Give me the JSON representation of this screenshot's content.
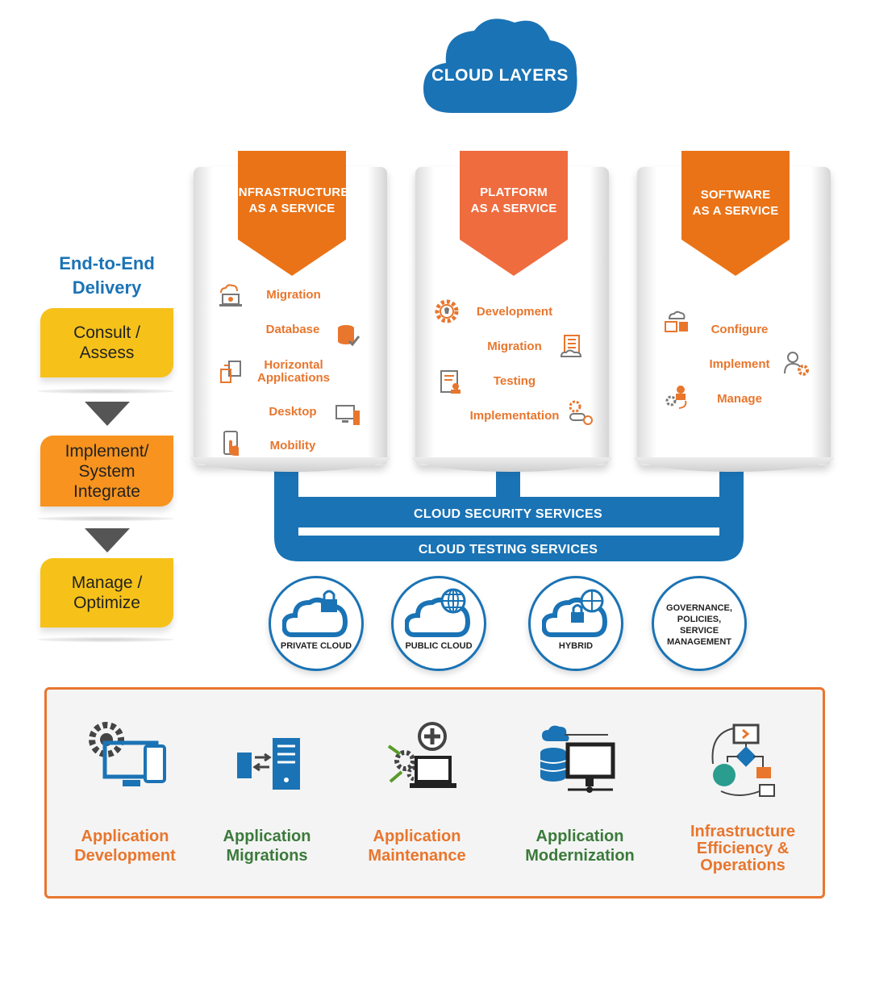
{
  "title": "CLOUD LAYERS",
  "delivery": {
    "title": "End-to-End\nDelivery",
    "steps": [
      {
        "label": "Consult /\nAssess",
        "color": "#f6c21a"
      },
      {
        "label": "Implement/\nSystem\nIntegrate",
        "color": "#f7931e"
      },
      {
        "label": "Manage /\nOptimize",
        "color": "#f6c21a"
      }
    ]
  },
  "layers": [
    {
      "title": "INFRASTRUCTURE\nAS A SERVICE",
      "ribbon_color": "#ea7317",
      "items": [
        "Migration",
        "Database",
        "Horizontal\nApplications",
        "Desktop",
        "Mobility"
      ],
      "icons": [
        "cloud-laptop-icon",
        "database-check-icon",
        "horizontal-apps-icon",
        "desktop-icon",
        "mobile-touch-icon"
      ]
    },
    {
      "title": "PLATFORM\nAS A SERVICE",
      "ribbon_color": "#ef6c3f",
      "items": [
        "Development",
        "Migration",
        "Testing",
        "Implementation"
      ],
      "icons": [
        "gear-bulb-icon",
        "building-cloud-icon",
        "test-report-icon",
        "gear-flow-icon"
      ]
    },
    {
      "title": "SOFTWARE\nAS A SERVICE",
      "ribbon_color": "#ea7317",
      "items": [
        "Configure",
        "Implement",
        "Manage"
      ],
      "icons": [
        "cloud-config-icon",
        "user-gear-icon",
        "manage-cycle-icon"
      ]
    }
  ],
  "services": [
    "CLOUD SECURITY SERVICES",
    "CLOUD TESTING SERVICES"
  ],
  "cloud_types": [
    {
      "label": "PRIVATE CLOUD",
      "icon": "cloud-lock-icon"
    },
    {
      "label": "PUBLIC CLOUD",
      "icon": "cloud-globe-icon"
    },
    {
      "label": "HYBRID",
      "icon": "cloud-lock-globe-icon"
    },
    {
      "label": "GOVERNANCE,\nPOLICIES,\nSERVICE\nMANAGEMENT",
      "icon": ""
    }
  ],
  "offerings": [
    {
      "label": "Application\nDevelopment",
      "color": "#e8762d",
      "icon": "gear-devices-icon"
    },
    {
      "label": "Application\nMigrations",
      "color": "#3b7a3b",
      "icon": "server-transfer-icon"
    },
    {
      "label": "Application\nMaintenance",
      "color": "#e8762d",
      "icon": "tools-laptop-icon"
    },
    {
      "label": "Application\nModernization",
      "color": "#3b7a3b",
      "icon": "cloud-database-monitor-icon"
    },
    {
      "label": "Infrastructure\nEfficiency &\nOperations",
      "color": "#e8762d",
      "icon": "flowchart-icon"
    }
  ],
  "colors": {
    "blue": "#1a73b5",
    "orange": "#e8762d",
    "green": "#3b7a3b",
    "yellow": "#f6c21a"
  }
}
